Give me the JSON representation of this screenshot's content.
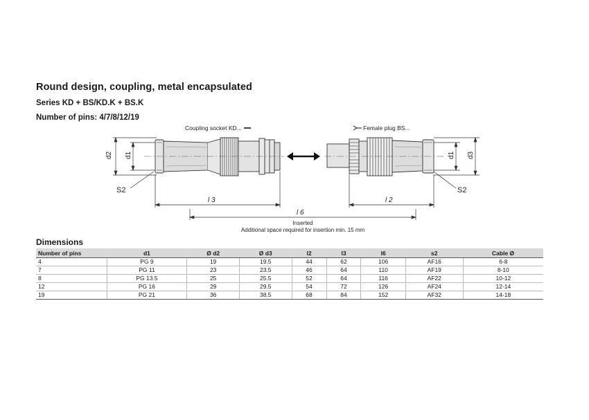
{
  "header": {
    "title": "Round design, coupling, metal encapsulated",
    "series": "Series KD + BS/KD.K + BS.K",
    "pins": "Number of pins: 4/7/8/12/19"
  },
  "drawing": {
    "socket_label": "Coupling socket KD...",
    "plug_label": "Female plug BS...",
    "label_d2": "d2",
    "label_d1_left": "d1",
    "label_d1_right": "d1",
    "label_d3": "d3",
    "label_s2_left": "S2",
    "label_s2_right": "S2",
    "label_l3": "l 3",
    "label_l2": "l 2",
    "label_l6": "l 6",
    "inserted": "Inserted",
    "note": "Additional space required for insertion min. 15 mm"
  },
  "dimensions": {
    "title": "Dimensions",
    "columns": [
      "Number of pins",
      "d1",
      "Ø d2",
      "Ø d3",
      "l2",
      "l3",
      "l6",
      "s2",
      "Cable Ø"
    ],
    "rows": [
      [
        "4",
        "PG 9",
        "19",
        "19.5",
        "44",
        "62",
        "106",
        "AF16",
        "6-8"
      ],
      [
        "7",
        "PG 11",
        "23",
        "23.5",
        "46",
        "64",
        "110",
        "AF19",
        "8-10"
      ],
      [
        "8",
        "PG 13.5",
        "25",
        "25.5",
        "52",
        "64",
        "116",
        "AF22",
        "10-12"
      ],
      [
        "12",
        "PG 16",
        "29",
        "29.5",
        "54",
        "72",
        "126",
        "AF24",
        "12-14"
      ],
      [
        "19",
        "PG 21",
        "36",
        "38.5",
        "68",
        "84",
        "152",
        "AF32",
        "14-18"
      ]
    ]
  }
}
